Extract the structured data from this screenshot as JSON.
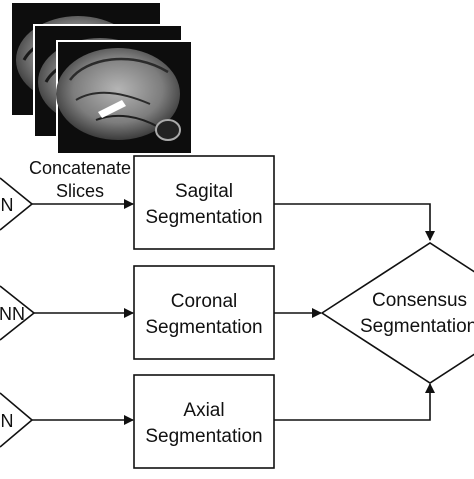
{
  "mri_stack": {
    "slices": 3,
    "icon": "mri-brain-slice-icon"
  },
  "concat_label": {
    "line1": "Concatenate",
    "line2": "Slices"
  },
  "cnn_nodes": [
    {
      "label": "N"
    },
    {
      "label": "NN"
    },
    {
      "label": "N"
    }
  ],
  "segmentation_boxes": [
    {
      "line1": "Sagital",
      "line2": "Segmentation"
    },
    {
      "line1": "Coronal",
      "line2": "Segmentation"
    },
    {
      "line1": "Axial",
      "line2": "Segmentation"
    }
  ],
  "consensus": {
    "line1": "Consensus",
    "line2": "Segmentation"
  },
  "colors": {
    "stroke": "#111111",
    "scan_background": "#0d0d0d",
    "scan_tissue": "#8a8a8a",
    "scan_highlight": "#ffffff"
  }
}
